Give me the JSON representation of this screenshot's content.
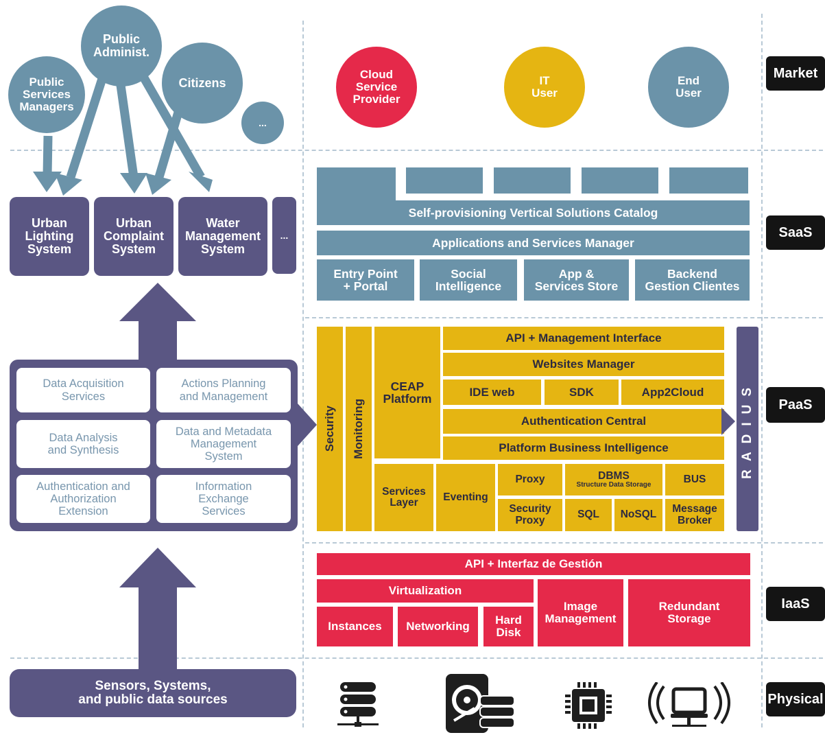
{
  "layers": {
    "market": "Market",
    "saas": "SaaS",
    "paas": "PaaS",
    "iaas": "IaaS",
    "physical": "Physical"
  },
  "left": {
    "actors": {
      "public_admin": "Public\nAdminist.",
      "public_services_managers": "Public\nServices\nManagers",
      "citizens": "Citizens",
      "more": "..."
    },
    "systems": {
      "urban_lighting": "Urban\nLighting\nSystem",
      "urban_complaint": "Urban\nComplaint\nSystem",
      "water_management": "Water\nManagement\nSystem",
      "more": "..."
    },
    "services": {
      "data_acquisition": "Data Acquisition\nServices",
      "actions_planning": "Actions Planning\nand Management",
      "data_analysis": "Data Analysis\nand Synthesis",
      "data_metadata": "Data and Metadata\nManagement\nSystem",
      "auth_extension": "Authentication and\nAuthorization\nExtension",
      "info_exchange": "Information\nExchange\nServices"
    },
    "sources": "Sensors, Systems,\nand public data sources"
  },
  "market": {
    "cloud_provider": "Cloud\nService\nProvider",
    "it_user": "IT\nUser",
    "end_user": "End\nUser"
  },
  "saas": {
    "catalog": "Self-provisioning Vertical Solutions Catalog",
    "apps_manager": "Applications and Services Manager",
    "entry_point": "Entry Point\n+ Portal",
    "social_intelligence": "Social\nIntelligence",
    "app_store": "App &\nServices Store",
    "backend": "Backend\nGestion Clientes"
  },
  "paas": {
    "security": "Security",
    "monitoring": "Monitoring",
    "ceap": "CEAP\nPlatform",
    "api_mgmt": "API + Management Interface",
    "websites": "Websites Manager",
    "ide_web": "IDE web",
    "sdk": "SDK",
    "app2cloud": "App2Cloud",
    "auth_central": "Authentication Central",
    "bi": "Platform Business Intelligence",
    "services_layer": "Services\nLayer",
    "eventing": "Eventing",
    "proxy": "Proxy",
    "dbms": "DBMS",
    "dbms_sub": "Structure Data Storage",
    "bus": "BUS",
    "security_proxy": "Security\nProxy",
    "sql": "SQL",
    "nosql": "NoSQL",
    "message_broker": "Message\nBroker",
    "radius": "RADIUS"
  },
  "iaas": {
    "api": "API + Interfaz de Gestión",
    "virtualization": "Virtualization",
    "instances": "Instances",
    "networking": "Networking",
    "hard_disk": "Hard\nDisk",
    "image_mgmt": "Image\nManagement",
    "redundant": "Redundant\nStorage"
  },
  "physical": {
    "icons": [
      "server-rack-icon",
      "hard-disk-icon",
      "cpu-chip-icon",
      "wireless-device-icon"
    ]
  },
  "colors": {
    "blue": "#6b93a9",
    "navy": "#5a5683",
    "gold": "#e5b512",
    "red": "#e5294a",
    "cloud_provider": "#e5294a",
    "it_user": "#e5b512",
    "end_user": "#6b93a9",
    "tag": "#141414"
  }
}
